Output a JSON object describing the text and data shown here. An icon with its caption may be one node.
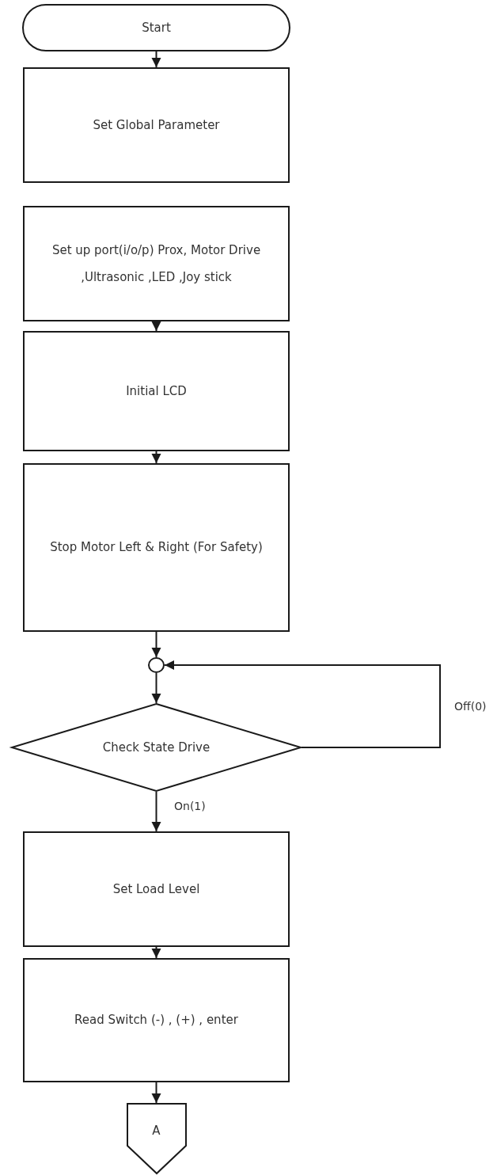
{
  "diagram": {
    "nodes": [
      {
        "text": [
          "Start"
        ]
      },
      {
        "text": [
          "Set Global Parameter"
        ]
      },
      {
        "text": [
          "Set up port(i/o/p) Prox, Motor Drive ,Ultrasonic ,LED ,Joy stick"
        ]
      },
      {
        "text": [
          "Initial LCD"
        ]
      },
      {
        "text": [
          "Stop Motor Left & Right (For Safety)"
        ]
      },
      {
        "text": [],
        "shape": "circle"
      },
      {
        "text": [
          "Check State Drive"
        ]
      },
      {
        "text": [
          "Set Load Level"
        ]
      },
      {
        "text": [
          "Read Switch (-) , (+) , enter"
        ]
      },
      {
        "text": [
          "A"
        ]
      }
    ],
    "edges": [
      {
        "from": 0,
        "to": 1,
        "arrow": "to"
      },
      {
        "from": 2,
        "to": 3,
        "arrow": "to"
      },
      {
        "from": 3,
        "to": 4,
        "arrow": "to"
      },
      {
        "from": 4,
        "to": 5,
        "arrow": "to"
      },
      {
        "from": 5,
        "to": 6,
        "arrow": "to"
      },
      {
        "from": 6,
        "to": 5,
        "label": "Off(0)",
        "arrow": "to"
      },
      {
        "from": 6,
        "to": 7,
        "label": "On(1)",
        "arrow": "to"
      },
      {
        "from": 7,
        "to": 8,
        "arrow": "to"
      },
      {
        "from": 8,
        "to": 9,
        "arrow": "to"
      }
    ]
  }
}
